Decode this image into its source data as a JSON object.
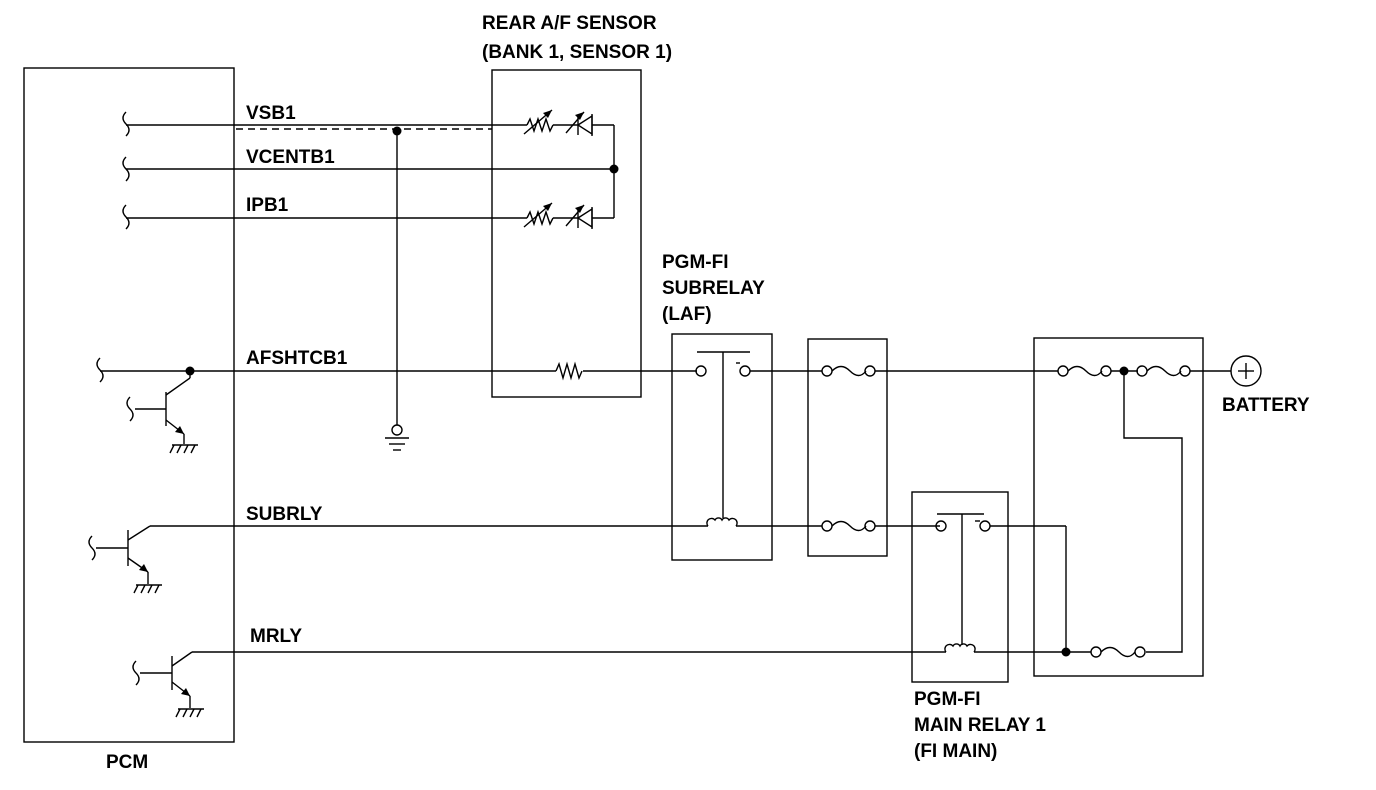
{
  "labels": {
    "sensor_title_1": "REAR A/F SENSOR",
    "sensor_title_2": "(BANK 1, SENSOR 1)",
    "vsb1": "VSB1",
    "vcentb1": "VCENTB1",
    "ipb1": "IPB1",
    "afshtcb1": "AFSHTCB1",
    "subrly": "SUBRLY",
    "mrly": "MRLY",
    "pcm": "PCM",
    "subrelay_1": "PGM-FI",
    "subrelay_2": "SUBRELAY",
    "subrelay_3": "(LAF)",
    "battery": "BATTERY",
    "mainrelay_1": "PGM-FI",
    "mainrelay_2": "MAIN RELAY 1",
    "mainrelay_3": "(FI MAIN)"
  }
}
